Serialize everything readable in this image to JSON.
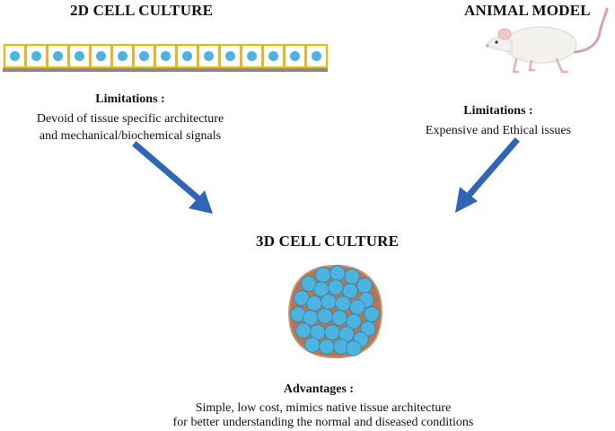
{
  "left_panel": {
    "title": "2D CELL CULTURE",
    "limitations_label": "Limitations :",
    "limitations_text_line1": "Devoid of tissue specific architecture",
    "limitations_text_line2": "and mechanical/biochemical  signals"
  },
  "right_panel": {
    "title": "ANIMAL MODEL",
    "limitations_label": "Limitations :",
    "limitations_text": "Expensive and Ethical issues"
  },
  "center_panel": {
    "title": "3D CELL CULTURE",
    "advantages_label": "Advantages :",
    "advantages_text_line1": "Simple, low cost, mimics   native tissue architecture",
    "advantages_text_line2": "for better understanding the normal and diseased conditions"
  },
  "colors": {
    "cell_border": "#f2b705",
    "cell_nucleus": "#4bb3e6",
    "substrate": "#8a8a8a",
    "arrow": "#2f66b5",
    "spheroid_cell": "#4db4e0",
    "spheroid_matrix": "#b5774f"
  },
  "icons": {
    "monolayer": "cell-monolayer-illustration",
    "mouse": "mouse-illustration",
    "spheroid": "spheroid-illustration",
    "arrows": "arrow-icon"
  }
}
